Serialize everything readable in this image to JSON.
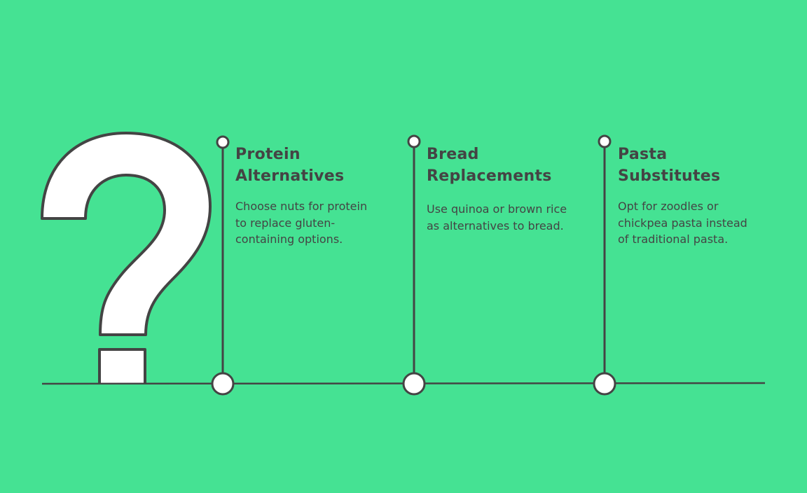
{
  "colors": {
    "background": "#45e293",
    "ink": "#444444"
  },
  "items": [
    {
      "title": "Protein Alternatives",
      "description": "Choose nuts for protein to replace gluten-containing options."
    },
    {
      "title": "Bread Replacements",
      "description": "Use quinoa or brown rice as alternatives to bread."
    },
    {
      "title": "Pasta Substitutes",
      "description": "Opt for zoodles or chickpea pasta instead of traditional pasta."
    }
  ]
}
